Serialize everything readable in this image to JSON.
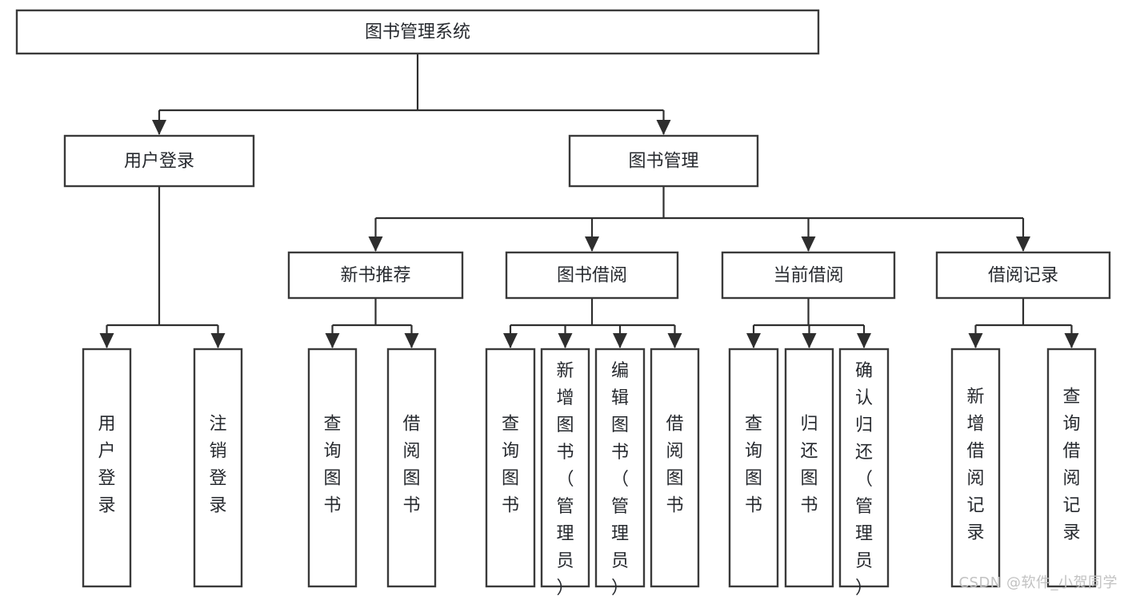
{
  "diagram": {
    "type": "tree",
    "title": "图书管理系统",
    "watermark": "CSDN @软件_小贺同学",
    "colors": {
      "background": "#ffffff",
      "box_fill": "#ffffff",
      "box_stroke": "#3a3a3a",
      "connector": "#2e2e2e",
      "text": "#26292e",
      "watermark": "#c2c2c2"
    },
    "nodes": {
      "root": {
        "label": "图书管理系统",
        "level": 1,
        "orientation": "horizontal"
      },
      "level2": [
        {
          "id": "user-login",
          "label": "用户登录",
          "orientation": "horizontal"
        },
        {
          "id": "book-management",
          "label": "图书管理",
          "orientation": "horizontal"
        }
      ],
      "level3": [
        {
          "id": "new-book-recommend",
          "label": "新书推荐",
          "orientation": "horizontal",
          "parent": "book-management"
        },
        {
          "id": "book-borrow",
          "label": "图书借阅",
          "orientation": "horizontal",
          "parent": "book-management"
        },
        {
          "id": "current-borrow",
          "label": "当前借阅",
          "orientation": "horizontal",
          "parent": "book-management"
        },
        {
          "id": "borrow-record",
          "label": "借阅记录",
          "orientation": "horizontal",
          "parent": "book-management"
        }
      ],
      "leaves": [
        {
          "id": "leaf-user-login",
          "label": "用户登录",
          "parent": "user-login",
          "orientation": "vertical",
          "align": "middle"
        },
        {
          "id": "leaf-user-logout",
          "label": "注销登录",
          "parent": "user-login",
          "orientation": "vertical",
          "align": "middle"
        },
        {
          "id": "leaf-query-book-1",
          "label": "查询图书",
          "parent": "new-book-recommend",
          "orientation": "vertical",
          "align": "middle"
        },
        {
          "id": "leaf-borrow-book-1",
          "label": "借阅图书",
          "parent": "new-book-recommend",
          "orientation": "vertical",
          "align": "middle"
        },
        {
          "id": "leaf-query-book-2",
          "label": "查询图书",
          "parent": "book-borrow",
          "orientation": "vertical",
          "align": "middle"
        },
        {
          "id": "leaf-add-book",
          "label": "新增图书（管理员）",
          "parent": "book-borrow",
          "orientation": "vertical",
          "align": "top"
        },
        {
          "id": "leaf-edit-book",
          "label": "编辑图书（管理员）",
          "parent": "book-borrow",
          "orientation": "vertical",
          "align": "top"
        },
        {
          "id": "leaf-borrow-book-2",
          "label": "借阅图书",
          "parent": "book-borrow",
          "orientation": "vertical",
          "align": "middle"
        },
        {
          "id": "leaf-query-book-3",
          "label": "查询图书",
          "parent": "current-borrow",
          "orientation": "vertical",
          "align": "middle"
        },
        {
          "id": "leaf-return-book",
          "label": "归还图书",
          "parent": "current-borrow",
          "orientation": "vertical",
          "align": "middle"
        },
        {
          "id": "leaf-confirm-return",
          "label": "确认归还（管理员）",
          "parent": "current-borrow",
          "orientation": "vertical",
          "align": "top"
        },
        {
          "id": "leaf-add-record",
          "label": "新增借阅记录",
          "parent": "borrow-record",
          "orientation": "vertical",
          "align": "middle"
        },
        {
          "id": "leaf-query-record",
          "label": "查询借阅记录",
          "parent": "borrow-record",
          "orientation": "vertical",
          "align": "middle"
        }
      ]
    }
  }
}
